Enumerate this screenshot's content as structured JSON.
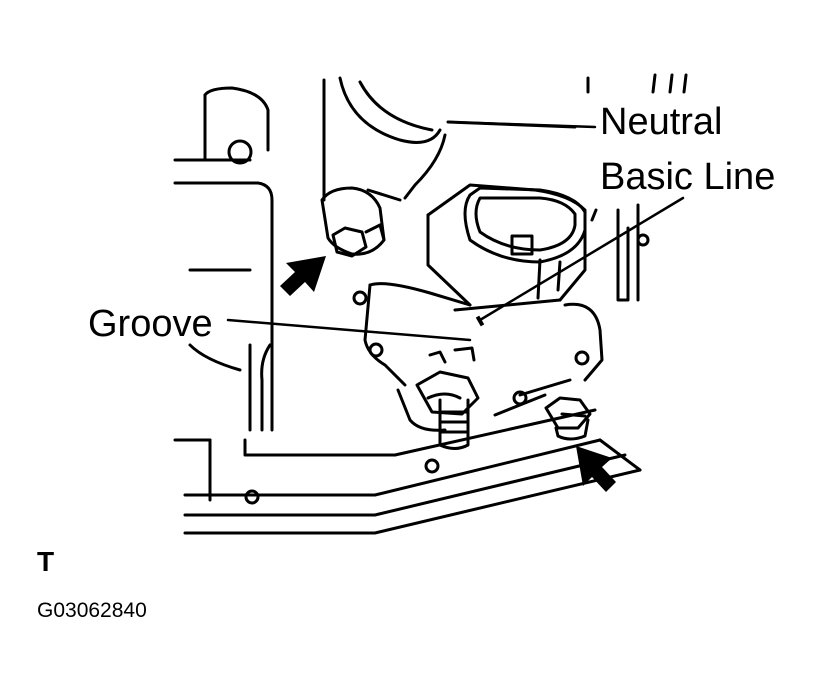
{
  "labels": {
    "neutral_line_1": "Neutral",
    "neutral_line_2": "Basic Line",
    "groove": "Groove",
    "view_code": "T",
    "figure_id": "G03062840"
  },
  "colors": {
    "ink": "#000000",
    "background": "#ffffff"
  },
  "icons": [
    "bolt-marker-arrow",
    "bolt-marker-arrow"
  ]
}
